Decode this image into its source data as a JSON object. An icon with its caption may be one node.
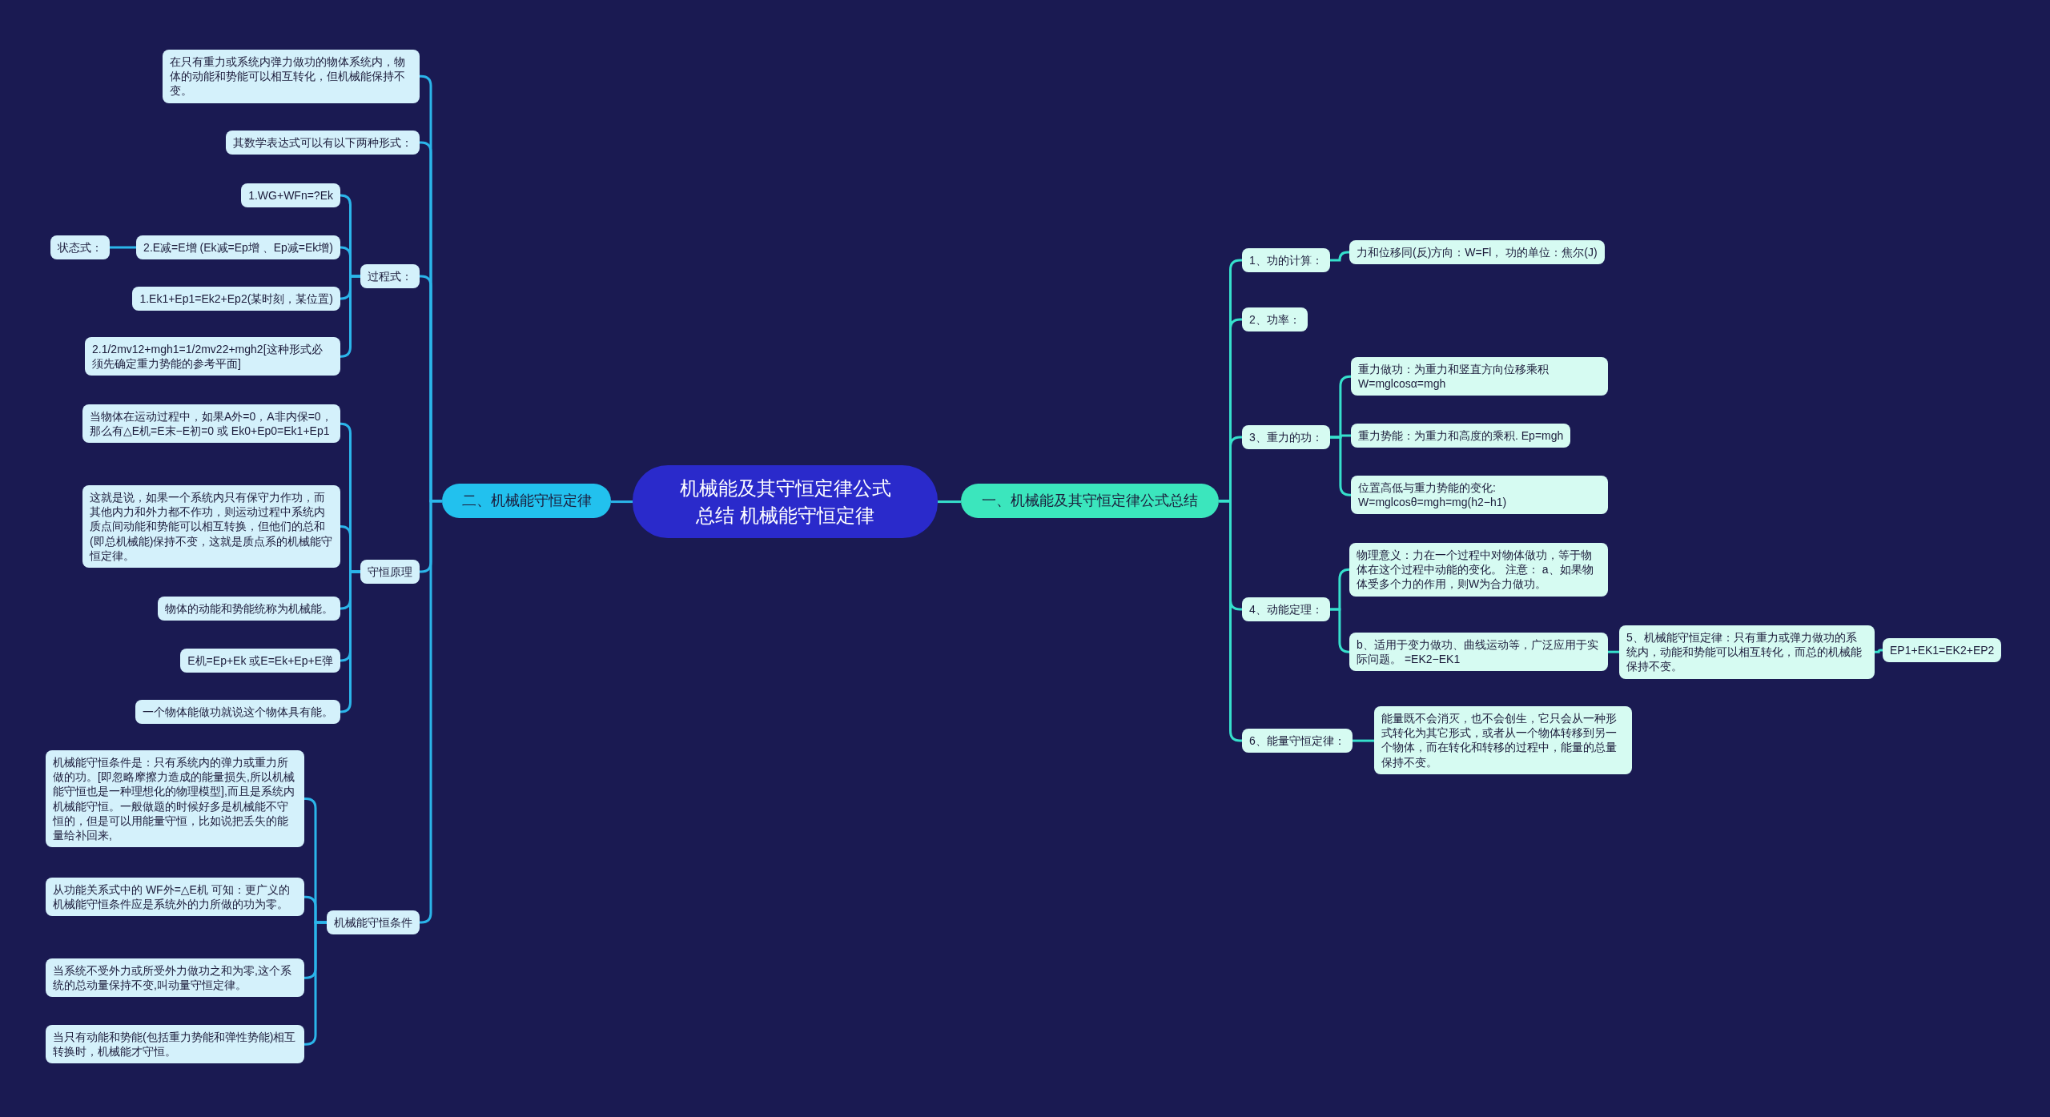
{
  "diagram": {
    "nodes": [
      {
        "text": [
          "机械能及其守恒定律公式总结 机械能守恒定律"
        ]
      },
      {
        "text": [
          "一、机械能及其守恒定律公式总结"
        ]
      },
      {
        "text": [
          "二、机械能守恒定律"
        ]
      },
      {
        "text": [
          "1、功的计算："
        ]
      },
      {
        "text": [
          "力和位移同(反)方向：W=Fl， 功的单位：焦尔(J)"
        ]
      },
      {
        "text": [
          "2、功率："
        ]
      },
      {
        "text": [
          "3、重力的功："
        ]
      },
      {
        "text": [
          "重力做功：为重力和竖直方向位移乘积W=mglcosα=mgh"
        ]
      },
      {
        "text": [
          "重力势能：为重力和高度的乘积. Ep=mgh"
        ]
      },
      {
        "text": [
          "位置高低与重力势能的变化: W=mglcosθ=mgh=mg(h2−h1)"
        ]
      },
      {
        "text": [
          "4、动能定理："
        ]
      },
      {
        "text": [
          "物理意义：力在一个过程中对物体做功，等于物体在这个过程中动能的变化。 注意： a、如果物体受多个力的作用，则W为合力做功。"
        ]
      },
      {
        "text": [
          "b、适用于变力做功、曲线运动等，广泛应用于实际问题。 =EK2−EK1"
        ]
      },
      {
        "text": [
          "5、机械能守恒定律：只有重力或弹力做功的系统内，动能和势能可以相互转化，而总的机械能保持不变。"
        ]
      },
      {
        "text": [
          "EP1+EK1=EK2+EP2"
        ]
      },
      {
        "text": [
          "6、能量守恒定律："
        ]
      },
      {
        "text": [
          "能量既不会消灭，也不会创生，它只会从一种形式转化为其它形式，或者从一个物体转移到另一个物体，而在转化和转移的过程中，能量的总量保持不变。"
        ]
      },
      {
        "text": [
          "在只有重力或系统内弹力做功的物体系统内，物体的动能和势能可以相互转化，但机械能保持不变。"
        ]
      },
      {
        "text": [
          "其数学表达式可以有以下两种形式："
        ]
      },
      {
        "text": [
          "过程式："
        ]
      },
      {
        "text": [
          "1.WG+WFn=?Ek"
        ]
      },
      {
        "text": [
          "2.E减=E增 (Ek减=Ep增 、Ep减=Ek增)"
        ]
      },
      {
        "text": [
          "状态式："
        ]
      },
      {
        "text": [
          "1.Ek1+Ep1=Ek2+Ep2(某时刻，某位置)"
        ]
      },
      {
        "text": [
          "2.1/2mv12+mgh1=1/2mv22+mgh2[这种形式必须先确定重力势能的参考平面]"
        ]
      },
      {
        "text": [
          "守恒原理"
        ]
      },
      {
        "text": [
          "当物体在运动过程中，如果A外=0，A非内保=0，那么有△E机=E末−E初=0 或 Ek0+Ep0=Ek1+Ep1"
        ]
      },
      {
        "text": [
          "这就是说，如果一个系统内只有保守力作功，而其他内力和外力都不作功，则运动过程中系统内质点间动能和势能可以相互转换，但他们的总和(即总机械能)保持不变，这就是质点系的机械能守恒定律。"
        ]
      },
      {
        "text": [
          "物体的动能和势能统称为机械能。"
        ]
      },
      {
        "text": [
          "E机=Ep+Ek 或E=Ek+Ep+E弹"
        ]
      },
      {
        "text": [
          "一个物体能做功就说这个物体具有能。"
        ]
      },
      {
        "text": [
          "机械能守恒条件"
        ]
      },
      {
        "text": [
          "机械能守恒条件是：只有系统内的弹力或重力所做的功。[即忽略摩擦力造成的能量损失,所以机械能守恒也是一种理想化的物理模型],而且是系统内机械能守恒。一般做题的时候好多是机械能不守恒的，但是可以用能量守恒，比如说把丢失的能量给补回来,"
        ]
      },
      {
        "text": [
          "从功能关系式中的 WF外=△E机 可知：更广义的机械能守恒条件应是系统外的力所做的功为零。"
        ]
      },
      {
        "text": [
          "当系统不受外力或所受外力做功之和为零,这个系统的总动量保持不变,叫动量守恒定律。"
        ]
      },
      {
        "text": [
          "当只有动能和势能(包括重力势能和弹性势能)相互转换时，机械能才守恒。"
        ]
      }
    ],
    "edges": [
      {
        "from": 0,
        "to": 1,
        "arrow": "none",
        "color": "#36e0cc"
      },
      {
        "from": 0,
        "to": 2,
        "arrow": "none"
      },
      {
        "from": 1,
        "to": 3,
        "arrow": "none",
        "color": "#36e0cc"
      },
      {
        "from": 1,
        "to": 5,
        "arrow": "none",
        "color": "#36e0cc"
      },
      {
        "from": 1,
        "to": 6,
        "arrow": "none",
        "color": "#36e0cc"
      },
      {
        "from": 1,
        "to": 10,
        "arrow": "none",
        "color": "#36e0cc"
      },
      {
        "from": 1,
        "to": 15,
        "arrow": "none",
        "color": "#36e0cc"
      },
      {
        "from": 3,
        "to": 4,
        "arrow": "none",
        "color": "#36e0cc"
      },
      {
        "from": 6,
        "to": 7,
        "arrow": "none",
        "color": "#36e0cc"
      },
      {
        "from": 6,
        "to": 8,
        "arrow": "none",
        "color": "#36e0cc"
      },
      {
        "from": 6,
        "to": 9,
        "arrow": "none",
        "color": "#36e0cc"
      },
      {
        "from": 10,
        "to": 11,
        "arrow": "none",
        "color": "#36e0cc"
      },
      {
        "from": 10,
        "to": 12,
        "arrow": "none",
        "color": "#36e0cc"
      },
      {
        "from": 12,
        "to": 13,
        "arrow": "none",
        "color": "#36e0cc"
      },
      {
        "from": 13,
        "to": 14,
        "arrow": "none",
        "color": "#36e0cc"
      },
      {
        "from": 15,
        "to": 16,
        "arrow": "none",
        "color": "#36e0cc"
      },
      {
        "from": 2,
        "to": 17,
        "arrow": "none"
      },
      {
        "from": 2,
        "to": 18,
        "arrow": "none"
      },
      {
        "from": 2,
        "to": 19,
        "arrow": "none"
      },
      {
        "from": 2,
        "to": 25,
        "arrow": "none"
      },
      {
        "from": 2,
        "to": 31,
        "arrow": "none"
      },
      {
        "from": 19,
        "to": 20,
        "arrow": "none"
      },
      {
        "from": 19,
        "to": 21,
        "arrow": "none"
      },
      {
        "from": 19,
        "to": 23,
        "arrow": "none"
      },
      {
        "from": 19,
        "to": 24,
        "arrow": "none"
      },
      {
        "from": 21,
        "to": 22,
        "arrow": "none"
      },
      {
        "from": 25,
        "to": 26,
        "arrow": "none"
      },
      {
        "from": 25,
        "to": 27,
        "arrow": "none"
      },
      {
        "from": 25,
        "to": 28,
        "arrow": "none"
      },
      {
        "from": 25,
        "to": 29,
        "arrow": "none"
      },
      {
        "from": 25,
        "to": 30,
        "arrow": "none"
      },
      {
        "from": 31,
        "to": 32,
        "arrow": "none"
      },
      {
        "from": 31,
        "to": 33,
        "arrow": "none"
      },
      {
        "from": 31,
        "to": 34,
        "arrow": "none"
      },
      {
        "from": 31,
        "to": 35,
        "arrow": "none"
      }
    ]
  }
}
